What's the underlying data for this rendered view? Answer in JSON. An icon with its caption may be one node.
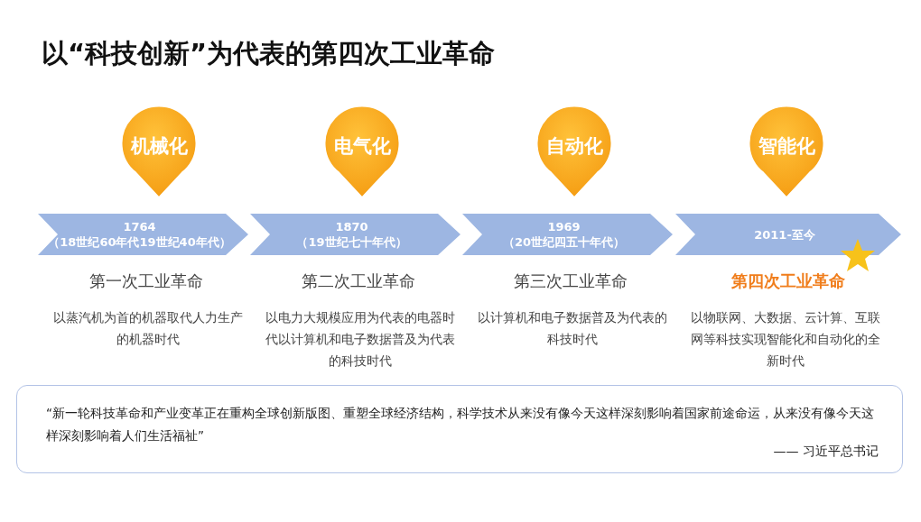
{
  "diagram": {
    "title": "以“科技创新”为代表的第四次工业革命",
    "nodes": [
      {
        "text": [
          "机械化"
        ]
      },
      {
        "text": [
          "电气化"
        ]
      },
      {
        "text": [
          "自动化"
        ]
      },
      {
        "text": [
          "智能化"
        ]
      },
      {
        "text": [
          "1764",
          "（18世纪60年代19世纪40年代）"
        ],
        "beside": [
          "第一次工业革命",
          "以蒸汽机为首的机器取代人力生产的机器时代"
        ]
      },
      {
        "text": [
          "1870",
          "（19世纪七十年代）"
        ],
        "beside": [
          "第二次工业革命",
          "以电力大规模应用为代表的电器时代以计算机和电子数据普及为代表的科技时代"
        ]
      },
      {
        "text": [
          "1969",
          "（20世纪四五十年代）"
        ],
        "beside": [
          "第三次工业革命",
          "以计算机和电子数据普及为代表的科技时代"
        ]
      },
      {
        "text": [
          "2011-至今"
        ],
        "beside": [
          "第四次工业革命",
          "以物联网、大数据、云计算、互联网等科技实现智能化和自动化的全新时代"
        ]
      },
      {
        "text": [
          "“新一轮科技革命和产业变革正在重构全球创新版图、重塑全球经济结构，科学技术从来没有像今天这样深刻影响着国家前途命运，从来没有像今天这样深刻影响着人们生活福祉”",
          "—— 习近平总书记"
        ]
      }
    ]
  }
}
